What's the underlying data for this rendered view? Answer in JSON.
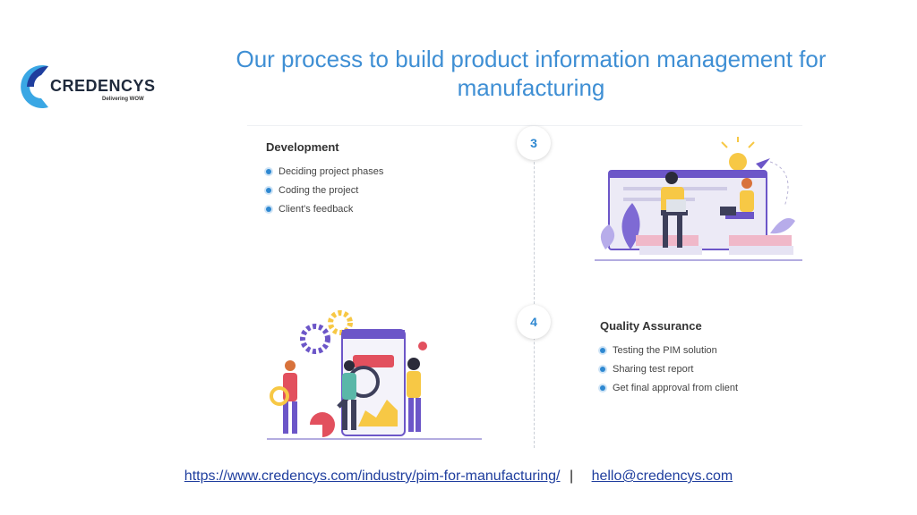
{
  "logo": {
    "name": "CREDENCYS",
    "tagline": "Delivering WOW"
  },
  "title": "Our process to build product information management for manufacturing",
  "stages": [
    {
      "number": "3",
      "heading": "Development",
      "items": [
        "Deciding project phases",
        "Coding the project",
        "Client's feedback"
      ]
    },
    {
      "number": "4",
      "heading": "Quality Assurance",
      "items": [
        "Testing the PIM solution",
        "Sharing test report",
        "Get final approval from client"
      ]
    }
  ],
  "footer": {
    "url": "https://www.credencys.com/industry/pim-for-manufacturing/",
    "separator": "|",
    "email": "hello@credencys.com"
  },
  "colors": {
    "accent": "#3f8fd4",
    "bullet": "#2e88d1",
    "illustration_purple": "#6c56c8"
  }
}
